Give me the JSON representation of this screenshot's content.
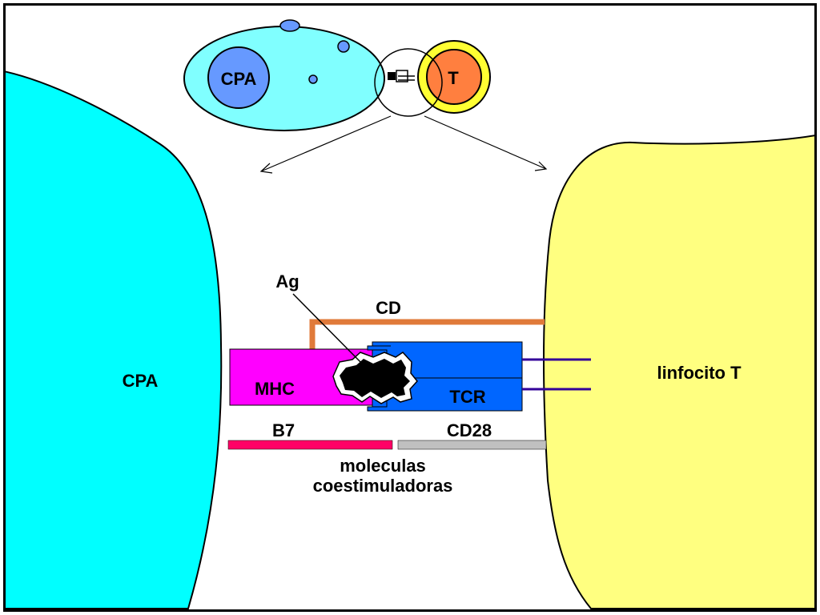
{
  "colors": {
    "cpa_cell": "#00ffff",
    "t_cell": "#ffff80",
    "overview_cpa_body": "#80ffff",
    "overview_cpa_nucleus": "#6699ff",
    "overview_t_outer": "#ffff33",
    "overview_t_inner": "#ff7f3f",
    "mhc": "#ff00ff",
    "tcr": "#0066ff",
    "cd_connector": "#e07a3a",
    "signal_lines": "#330099",
    "b7": "#ff0066",
    "cd28": "#c0c0c0",
    "antigen": "#000000"
  },
  "overview": {
    "cpa_label": "CPA",
    "t_label": "T"
  },
  "labels": {
    "cpa": "CPA",
    "linfocito": "linfocito T",
    "ag": "Ag",
    "cd": "CD",
    "mhc": "MHC",
    "tcr": "TCR",
    "b7": "B7",
    "cd28": "CD28",
    "costim_line1": "moleculas",
    "costim_line2": "coestimuladoras"
  }
}
